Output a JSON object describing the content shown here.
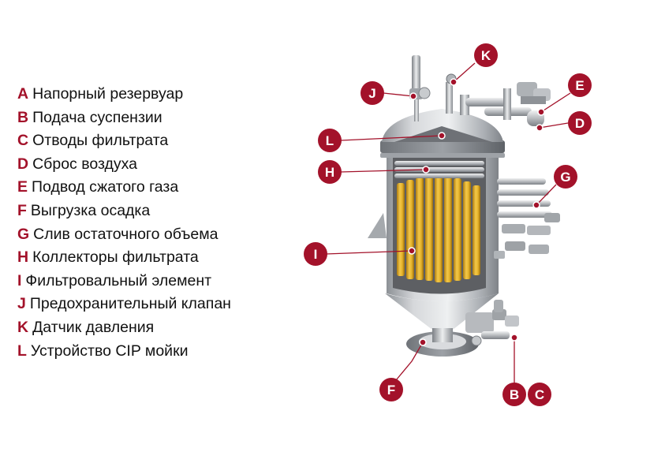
{
  "legend": [
    {
      "key": "A",
      "text": "Напорный резервуар"
    },
    {
      "key": "B",
      "text": "Подача суспензии"
    },
    {
      "key": "C",
      "text": "Отводы фильтрата"
    },
    {
      "key": "D",
      "text": "Сброс воздуха"
    },
    {
      "key": "E",
      "text": "Подвод сжатого газа"
    },
    {
      "key": "F",
      "text": "Выгрузка осадка"
    },
    {
      "key": "G",
      "text": "Слив остаточного объема"
    },
    {
      "key": "H",
      "text": "Коллекторы фильтрата"
    },
    {
      "key": "I",
      "text": "Фильтровальный элемент"
    },
    {
      "key": "J",
      "text": "Предохранительный клапан"
    },
    {
      "key": "K",
      "text": "Датчик давления"
    },
    {
      "key": "L",
      "text": "Устройство CIP мойки"
    }
  ],
  "badges": {
    "b": "B",
    "c": "C",
    "d": "D",
    "e": "E",
    "f": "F",
    "g": "G",
    "h": "H",
    "i": "I",
    "j": "J",
    "k": "K",
    "l": "L"
  },
  "colors": {
    "accent": "#a3122a",
    "steel": "#b9bcc0",
    "filter_element": "#e4b22a"
  }
}
